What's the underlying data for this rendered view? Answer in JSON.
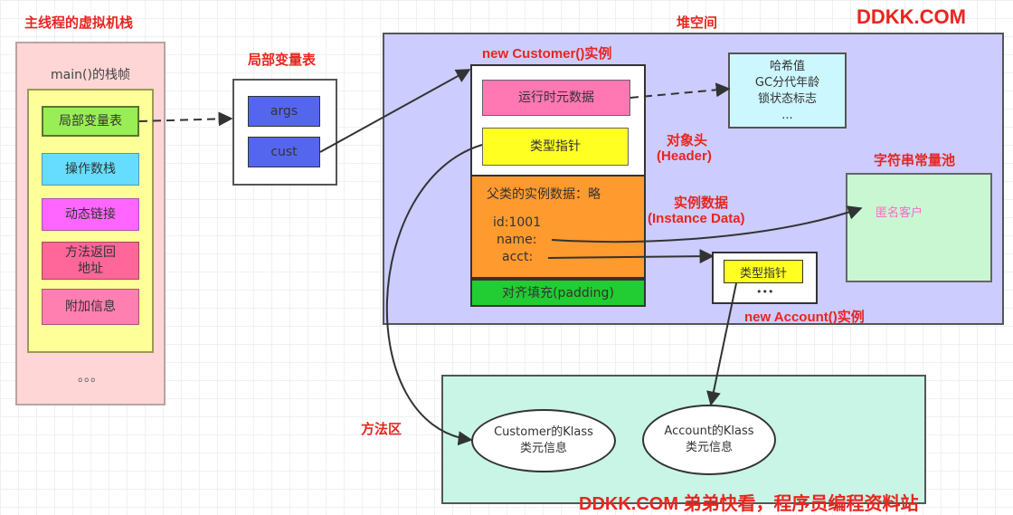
{
  "stack": {
    "title": "主线程的虚拟机栈",
    "frame_label": "main()的栈帧",
    "items": [
      "局部变量表",
      "操作数栈",
      "动态链接",
      "方法返回地址",
      "附加信息"
    ],
    "ellipsis": "。。。"
  },
  "local_vars": {
    "title": "局部变量表",
    "args": "args",
    "cust": "cust"
  },
  "heap": {
    "title": "堆空间",
    "customer_title": "new Customer()实例",
    "runtime_meta": "运行时元数据",
    "type_pointer": "类型指针",
    "header_label_cn": "对象头",
    "header_label_en": "(Header)",
    "parent_data": "父类的实例数据：略",
    "fields": [
      "id:1001",
      "name:",
      "acct:"
    ],
    "instance_label_cn": "实例数据",
    "instance_label_en": "(Instance Data)",
    "padding": "对齐填充(padding)",
    "meta_info": [
      "哈希值",
      "GC分代年龄",
      "锁状态标志",
      "..."
    ],
    "string_pool_title": "字符串常量池",
    "string_pool_item": "匿名客户",
    "account_type_pointer": "类型指针",
    "account_dots": "•••",
    "account_title": "new Account()实例"
  },
  "method_area": {
    "title": "方法区",
    "customer_klass": [
      "Customer的Klass",
      "类元信息"
    ],
    "account_klass": [
      "Account的Klass",
      "类元信息"
    ]
  },
  "watermark_top": "DDKK.COM",
  "watermark_bottom": "DDKK.COM 弟弟快看，程序员编程资料站",
  "colors": {
    "title_red": "#e8251f",
    "stack_bg": "#ffd6d6",
    "frame_bg": "#ffff99",
    "heap_bg": "#ccccff",
    "method_bg": "#c8f5e6",
    "runtime_meta": "#ff77b3",
    "type_pointer": "#ffff22",
    "instance_orange": "#ff9a2e",
    "padding_green": "#22cc33",
    "meta_info": "#ccf7ff",
    "pool_bg": "#c8f7d2",
    "arg_blue": "#5566ee"
  }
}
